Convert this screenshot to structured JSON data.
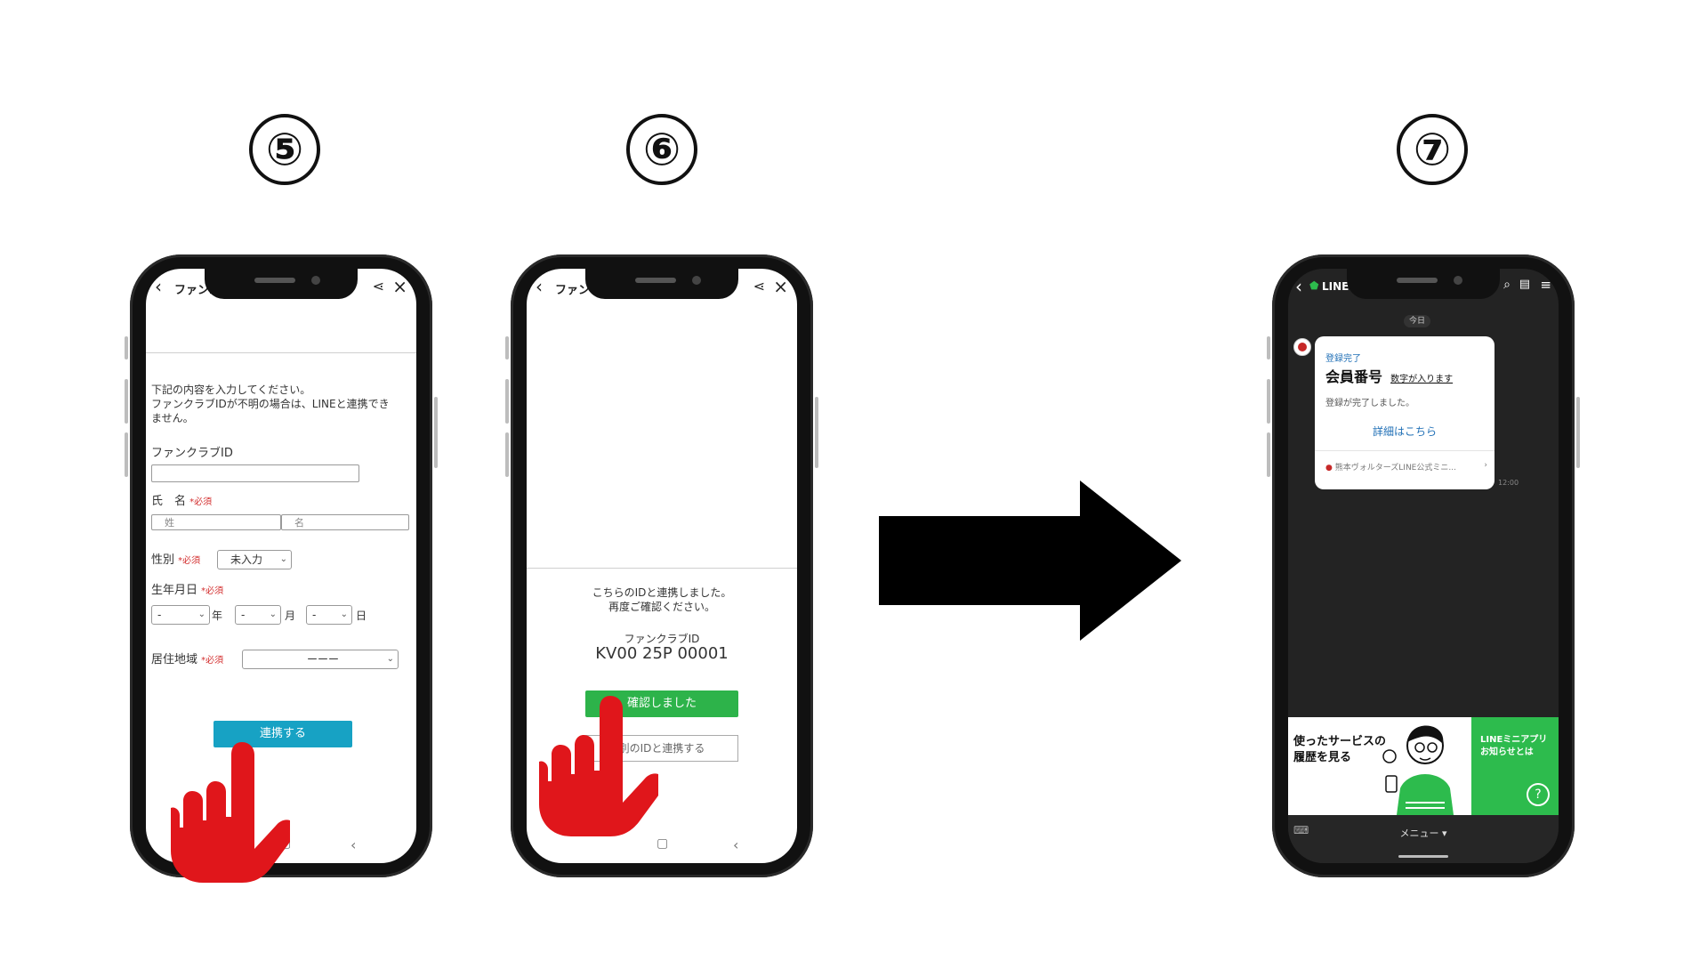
{
  "steps": {
    "s5": "⑤",
    "s6": "⑥",
    "s7": "⑦"
  },
  "phone5": {
    "title": "ファン…",
    "instructions": [
      "下記の内容を入力してください。",
      "ファンクラブIDが不明の場合は、LINEと連携でき",
      "ません。"
    ],
    "fanclub_id_label": "ファンクラブID",
    "name_label": "氏　名",
    "required": "*必須",
    "last_name_placeholder": "姓",
    "first_name_placeholder": "名",
    "gender_label": "性別",
    "gender_value": "未入力",
    "birthday_label": "生年月日",
    "dash": "-",
    "year_unit": "年",
    "month_unit": "月",
    "day_unit": "日",
    "region_label": "居住地域",
    "region_value": "ーーー",
    "submit_label": "連携する"
  },
  "phone6": {
    "title": "ファン",
    "message_line1": "こちらのIDと連携しました。",
    "message_line2": "再度ご確認ください。",
    "id_label": "ファンクラブID",
    "id_value": "KV00 25P 00001",
    "confirm_label": "確認しました",
    "other_label": "別のIDと連携する"
  },
  "phone7": {
    "title": "LINE",
    "date_label": "今日",
    "tag": "登録完了",
    "heading": "会員番号",
    "heading_note": "数字が入ります",
    "body": "登録が完了しました。",
    "link": "詳細はこちら",
    "source": "熊本ヴォルターズLINE公式ミニ...",
    "time": "12:00",
    "promo_text_line1": "使ったサービスの",
    "promo_text_line2": "履歴を見る",
    "promo_green_line1": "LINEミニアプリ",
    "promo_green_line2": "お知らせとは",
    "help_icon": "?",
    "menu_label": "メニュー ▾"
  },
  "colors": {
    "teal": "#17a2c4",
    "green": "#2db34a",
    "hand_red": "#e0161b",
    "line_green": "#2dbb4d"
  }
}
